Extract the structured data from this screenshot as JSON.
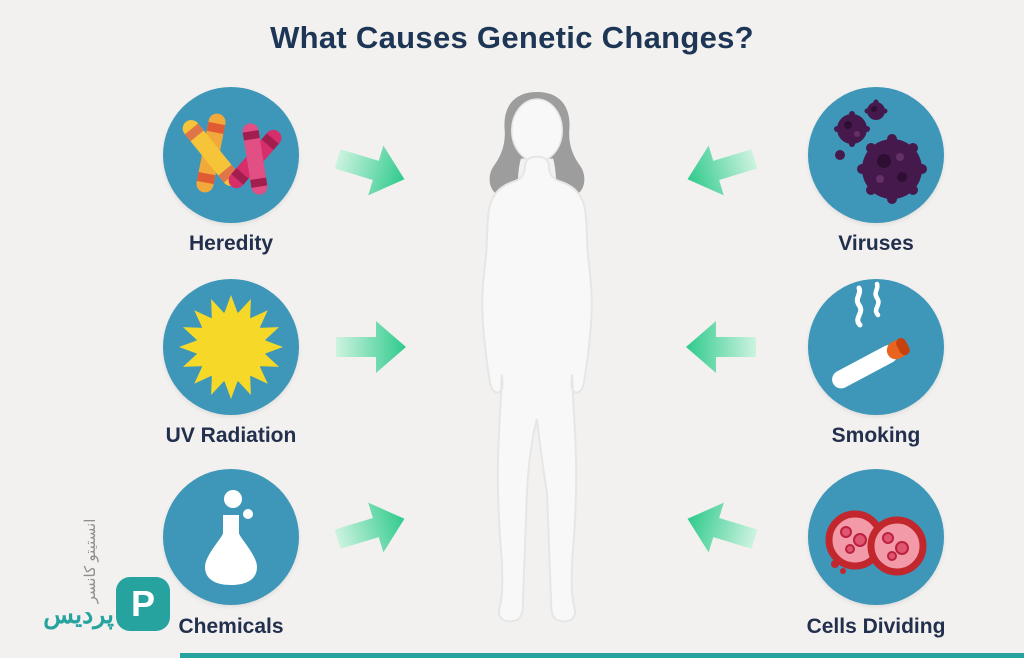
{
  "title": "What Causes Genetic Changes?",
  "center_figure": "human-body-silhouette",
  "causes": {
    "left": [
      {
        "label": "Heredity",
        "icon": "chromosomes-icon"
      },
      {
        "label": "UV Radiation",
        "icon": "sun-icon"
      },
      {
        "label": "Chemicals",
        "icon": "chemical-flask-icon"
      }
    ],
    "right": [
      {
        "label": "Viruses",
        "icon": "virus-icon"
      },
      {
        "label": "Smoking",
        "icon": "cigarette-icon"
      },
      {
        "label": "Cells Dividing",
        "icon": "dividing-cell-icon"
      }
    ]
  },
  "watermark": {
    "vertical_text": "انستیتو کانسر",
    "brand_text": "پردیس",
    "logo_letter": "P"
  },
  "colors": {
    "background": "#f2f1ef",
    "title_text": "#1d3656",
    "label_text": "#22304d",
    "circle_fill": "#3e97b8",
    "arrow_gradient_start": "#cdf3df",
    "arrow_gradient_end": "#2fca8c",
    "brand_teal": "#27a39f"
  }
}
